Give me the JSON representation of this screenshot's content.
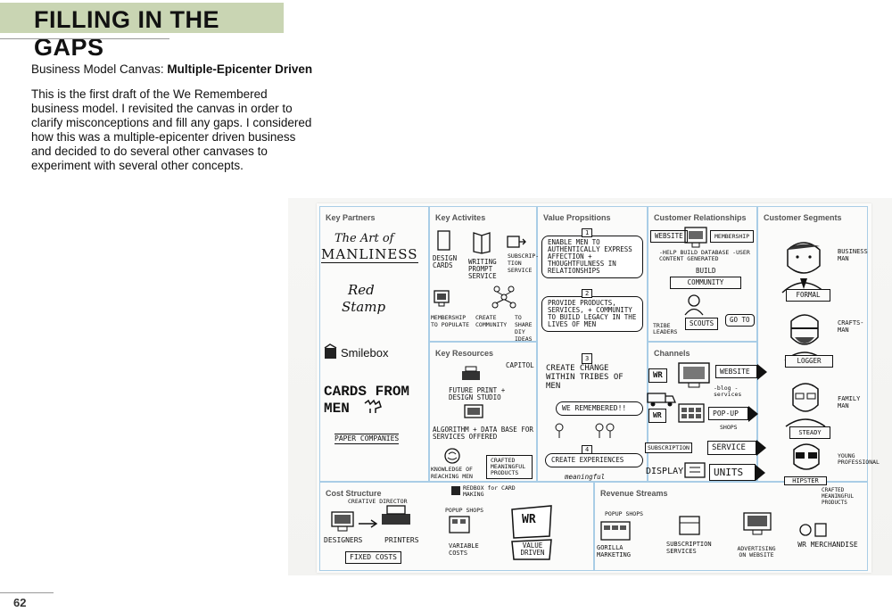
{
  "header": {
    "title": "FILLING IN THE GAPS"
  },
  "intro": {
    "subhead_prefix": "Business Model Canvas: ",
    "subhead_bold": "Multiple-Epicenter Driven",
    "paragraph": "This is the first draft of the We Remembered business model. I revisited the canvas in order to clarify misconceptions and fill any gaps. I considered how this was a multiple-epicenter driven business and decided to do several other canvases to experiment with several other concepts."
  },
  "footer": {
    "page_number": "62"
  },
  "canvas": {
    "sections": {
      "key_partners": "Key Partners",
      "key_activities": "Key Activites",
      "value_propositions": "Value Propsitions",
      "customer_relationships": "Customer Relationships",
      "customer_segments": "Customer Segments",
      "key_resources": "Key Resources",
      "channels": "Channels",
      "cost_structure": "Cost Structure",
      "revenue_streams": "Revenue Streams"
    },
    "partners": [
      "The Art of",
      "MANLINESS",
      "Red",
      "Stamp",
      "Smilebox",
      "CARDS FROM",
      "MEN",
      "PAPER COMPANIES"
    ],
    "activities": {
      "design_cards": "DESIGN CARDS",
      "writing_prompt": "WRITING PROMPT SERVICE",
      "subscription": "SUBSCRIP- TION SERVICE",
      "membership": "MEMBERSHIP TO POPULATE",
      "create_community": "CREATE COMMUNITY",
      "share_diy": "TO SHARE DIY IDEAS"
    },
    "resources": {
      "capitol": "CAPITOL",
      "future": "FUTURE PRINT + DESIGN STUDIO",
      "algorithm": "ALGORITHM + DATA BASE FOR SERVICES OFFERED",
      "crafted": "CRAFTED MEANINGFUL PRODUCTS",
      "knowledge": "KNOWLEDGE OF REACHING MEN"
    },
    "value_props": {
      "vp1_num": "1",
      "vp1": "ENABLE MEN TO AUTHENTICALLY EXPRESS AFFECTION + THOUGHTFULNESS IN RELATIONSHIPS",
      "vp2_num": "2",
      "vp2": "PROVIDE PRODUCTS, SERVICES, + COMMUNITY TO BUILD LEGACY IN THE LIVES OF MEN",
      "vp3_num": "3",
      "vp3": "CREATE CHANGE WITHIN TRIBES OF MEN",
      "we_remembered": "WE REMEMBERED!!",
      "vp4_num": "4",
      "vp4": "CREATE EXPERIENCES",
      "meaningful": "meaningful"
    },
    "relationships": {
      "website": "WEBSITE",
      "membership": "MEMBERSHIP",
      "help_build": "-HELP BUILD DATABASE -USER CONTENT GENERATED",
      "build": "BUILD",
      "community": "COMMUNITY",
      "tribe_leaders": "TRIBE LEADERS",
      "scouts": "SCOUTS",
      "go_to": "GO TO"
    },
    "channels": {
      "wr": "WR",
      "website": "WEBSITE",
      "blog": "-blog -services",
      "wr2": "WR",
      "popup": "POP-UP",
      "shops": "SHOPS",
      "subscription": "SUBSCRIPTION",
      "service": "SERVICE",
      "display": "DISPLAY",
      "units": "UNITS"
    },
    "segments": {
      "business_man": "BUSINESS MAN",
      "formal": "FORMAL",
      "crafts_man": "CRAFTS- MAN",
      "logger": "LOGGER",
      "family_man": "FAMILY MAN",
      "steady": "STEADY",
      "young_pro": "YOUNG PROFESSIONAL",
      "hipster": "HIPSTER"
    },
    "costs": {
      "creative_director": "CREATIVE DIRECTOR",
      "redbox": "REDBOX for CARD MAKING",
      "popup_shops": "POPUP SHOPS",
      "designers": "DESIGNERS",
      "printers": "PRINTERS",
      "variable": "VARIABLE COSTS",
      "fixed": "FIXED COSTS",
      "wr": "WR",
      "value_driven": "VALUE DRIVEN"
    },
    "revenue": {
      "popup_shops": "POPUP SHOPS",
      "gorilla": "GORILLA MARKETING",
      "subscription": "SUBSCRIPTION SERVICES",
      "advertising": "ADVERTISING ON WEBSITE",
      "crafted": "CRAFTED MEANINGFUL PRODUCTS",
      "wr_merch": "WR MERCHANDISE"
    }
  }
}
